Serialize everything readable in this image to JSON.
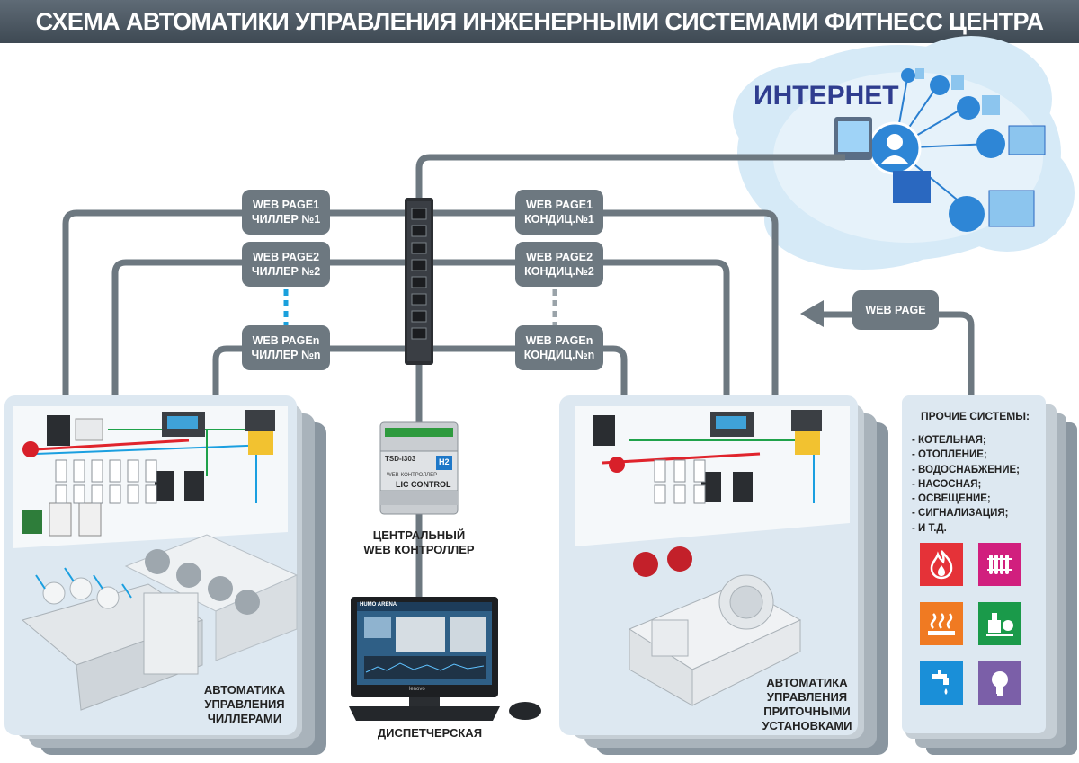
{
  "title": "СХЕМА АВТОМАТИКИ УПРАВЛЕНИЯ ИНЖЕНЕРНЫМИ СИСТЕМАМИ ФИТНЕСС ЦЕНТРА",
  "internet_label": "ИНТЕРНЕТ",
  "web_pages_left": [
    {
      "line1": "WEB PAGE1",
      "line2": "ЧИЛЛЕР №1"
    },
    {
      "line1": "WEB PAGE2",
      "line2": "ЧИЛЛЕР №2"
    },
    {
      "line1": "WEB PAGEn",
      "line2": "ЧИЛЛЕР №n"
    }
  ],
  "web_pages_right": [
    {
      "line1": "WEB PAGE1",
      "line2": "КОНДИЦ.№1"
    },
    {
      "line1": "WEB PAGE2",
      "line2": "КОНДИЦ.№2"
    },
    {
      "line1": "WEB PAGEn",
      "line2": "КОНДИЦ.№n"
    }
  ],
  "web_page_other": "WEB PAGE",
  "controller": {
    "model": "TSD-i303",
    "badge": "H2",
    "sub": "WEB-КОНТРОЛЛЕР",
    "brand": "LIC CONTROL",
    "caption_line1": "ЦЕНТРАЛЬНЫЙ",
    "caption_line2": "WEB КОНТРОЛЛЕР"
  },
  "dispatch_label": "ДИСПЕТЧЕРСКАЯ",
  "monitor": {
    "app_title": "HUMO ARENA",
    "brand": "lenovo"
  },
  "chillers_caption": [
    "АВТОМАТИКА",
    "УПРАВЛЕНИЯ",
    "ЧИЛЛЕРАМИ"
  ],
  "ahu_caption": [
    "АВТОМАТИКА",
    "УПРАВЛЕНИЯ",
    "ПРИТОЧНЫМИ",
    "УСТАНОВКАМИ"
  ],
  "other_systems": {
    "title": "ПРОЧИЕ СИСТЕМЫ:",
    "items": [
      "- КОТЕЛЬНАЯ;",
      "- ОТОПЛЕНИЕ;",
      "- ВОДОСНАБЖЕНИЕ;",
      "- НАСОСНАЯ;",
      "- ОСВЕЩЕНИЕ;",
      "- СИГНАЛИЗАЦИЯ;",
      "- И Т.Д."
    ]
  },
  "tiles": [
    {
      "icon": "flame-icon",
      "color": "#e53238"
    },
    {
      "icon": "radiator-icon",
      "color": "#d11f7e"
    },
    {
      "icon": "floor-heating-icon",
      "color": "#f07a22"
    },
    {
      "icon": "pump-station-icon",
      "color": "#1a9a4a"
    },
    {
      "icon": "water-tap-icon",
      "color": "#1a8fd8"
    },
    {
      "icon": "light-bulb-icon",
      "color": "#7b5fa8"
    }
  ],
  "colors": {
    "line": "#6d7880",
    "dashed_blue": "#1aa0dc",
    "cloud": "#cfe6f5",
    "panel": "#dce8f2",
    "wire_red": "#e0242c",
    "wire_green": "#1fa24a",
    "wire_blue": "#1a9fe0"
  }
}
